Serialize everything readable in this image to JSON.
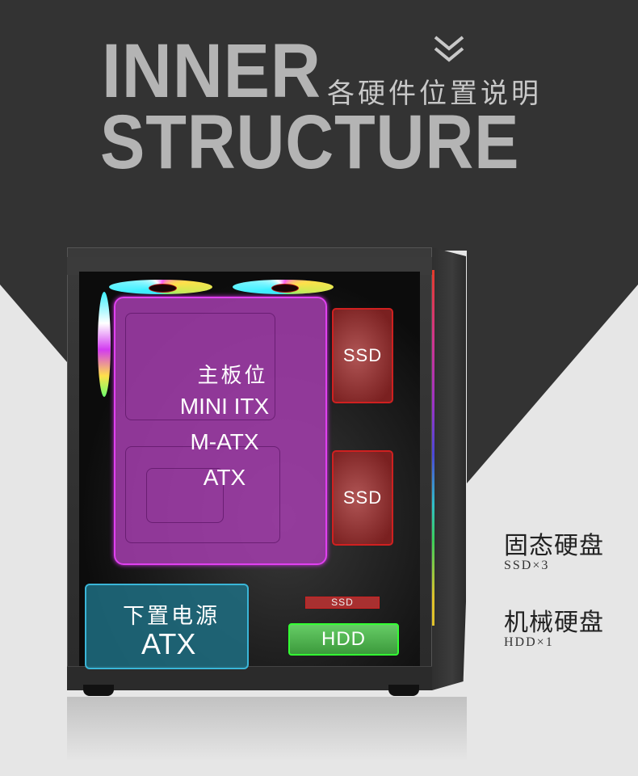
{
  "headline": {
    "line1": "INNER",
    "line2": "STRUCTURE",
    "subtitle": "各硬件位置说明",
    "icon": "double-chevron-down-icon"
  },
  "colors": {
    "background_dark": "#333333",
    "background_light": "#e6e6e6",
    "headline_text": "#b4b4b4",
    "motherboard_overlay": "#a03caa",
    "ssd_overlay": "#8c2e2e",
    "hdd_overlay": "#4caf50",
    "psu_overlay": "#1e6e82"
  },
  "case_diagram": {
    "motherboard": {
      "label_cn": "主板位",
      "formats": [
        "MINI ITX",
        "M-ATX",
        "ATX"
      ]
    },
    "ssd_bays": [
      {
        "label": "SSD"
      },
      {
        "label": "SSD"
      },
      {
        "label": "SSD"
      }
    ],
    "hdd_bay": {
      "label": "HDD"
    },
    "psu": {
      "label_cn": "下置电源",
      "label_en": "ATX"
    }
  },
  "legend": [
    {
      "title": "固态硬盘",
      "spec": "SSD×3"
    },
    {
      "title": "机械硬盘",
      "spec": "HDD×1"
    }
  ]
}
